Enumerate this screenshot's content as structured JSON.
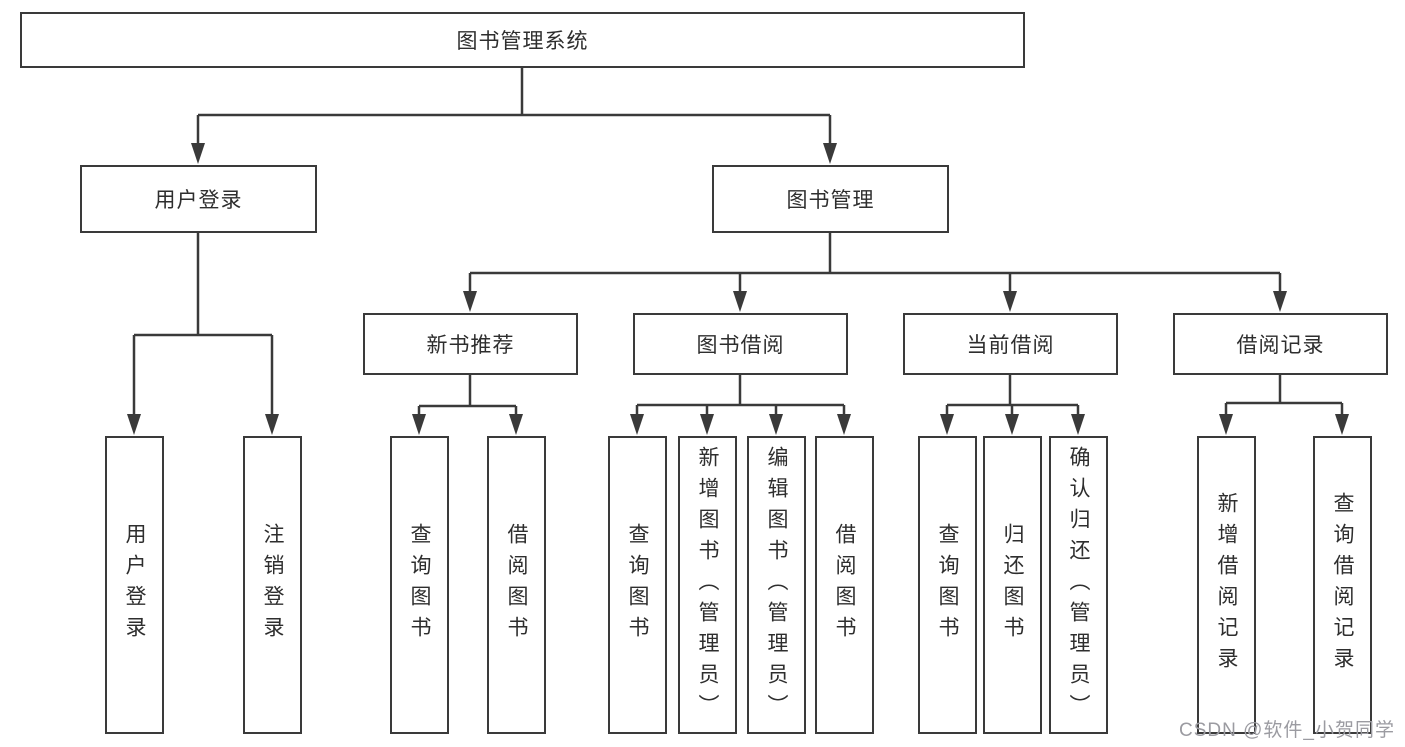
{
  "diagram": {
    "type": "tree-structure-chart",
    "colors": {
      "line": "#3a3a3a",
      "box_border": "#3a3a3a",
      "text": "#2e2e2e",
      "background": "#ffffff",
      "watermark": "#9b9ba1"
    },
    "root": {
      "label": "图书管理系统"
    },
    "level2": [
      {
        "label": "用户登录"
      },
      {
        "label": "图书管理"
      }
    ],
    "level3": [
      {
        "label": "新书推荐"
      },
      {
        "label": "图书借阅"
      },
      {
        "label": "当前借阅"
      },
      {
        "label": "借阅记录"
      }
    ],
    "leaves": {
      "login": [
        {
          "label": "用户登录"
        },
        {
          "label": "注销登录"
        }
      ],
      "recommend": [
        {
          "label": "查询图书"
        },
        {
          "label": "借阅图书"
        }
      ],
      "borrow": [
        {
          "label": "查询图书"
        },
        {
          "label": "新增图书（管理员）"
        },
        {
          "label": "编辑图书（管理员）"
        },
        {
          "label": "借阅图书"
        }
      ],
      "current": [
        {
          "label": "查询图书"
        },
        {
          "label": "归还图书"
        },
        {
          "label": "确认归还（管理员）"
        }
      ],
      "records": [
        {
          "label": "新增借阅记录"
        },
        {
          "label": "查询借阅记录"
        }
      ]
    },
    "watermark": "CSDN @软件_小贺同学"
  }
}
